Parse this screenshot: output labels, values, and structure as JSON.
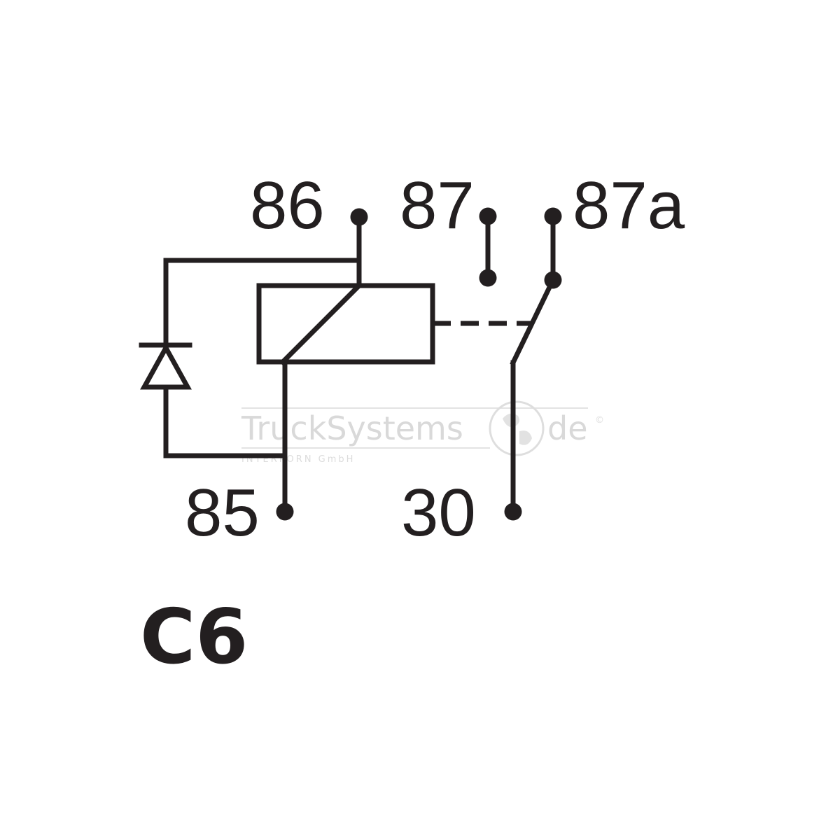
{
  "terminals": {
    "t86": "86",
    "t87": "87",
    "t87a": "87a",
    "t85": "85",
    "t30": "30"
  },
  "code": "C6",
  "watermark": {
    "brand": "TruckSystems",
    "domain_suffix": "de",
    "company": "INTERKORN GmbH",
    "copyright": "©"
  },
  "colors": {
    "ink": "#231f20",
    "watermark": "#d9d9d9"
  }
}
